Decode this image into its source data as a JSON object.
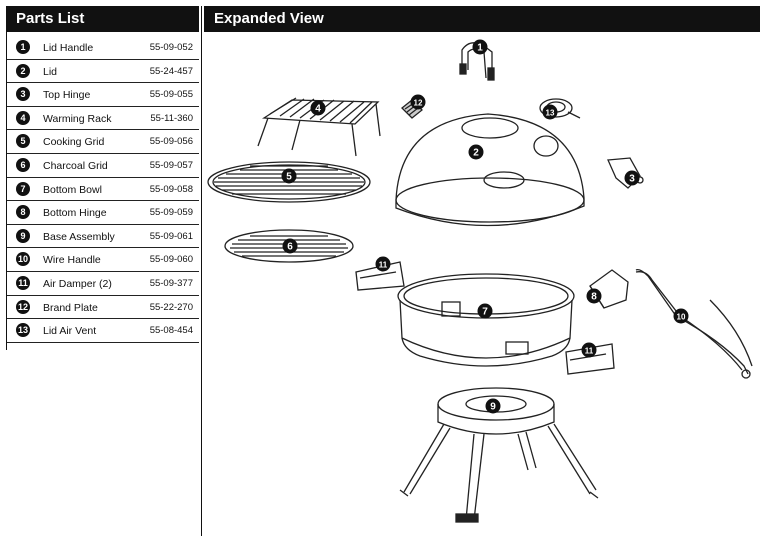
{
  "parts_list": {
    "title": "Parts List",
    "items": [
      {
        "num": "1",
        "name": "Lid Handle",
        "code": "55-09-052"
      },
      {
        "num": "2",
        "name": "Lid",
        "code": "55-24-457"
      },
      {
        "num": "3",
        "name": "Top Hinge",
        "code": "55-09-055"
      },
      {
        "num": "4",
        "name": "Warming Rack",
        "code": "55-11-360"
      },
      {
        "num": "5",
        "name": "Cooking Grid",
        "code": "55-09-056"
      },
      {
        "num": "6",
        "name": "Charcoal Grid",
        "code": "55-09-057"
      },
      {
        "num": "7",
        "name": "Bottom Bowl",
        "code": "55-09-058"
      },
      {
        "num": "8",
        "name": "Bottom Hinge",
        "code": "55-09-059"
      },
      {
        "num": "9",
        "name": "Base Assembly",
        "code": "55-09-061"
      },
      {
        "num": "10",
        "name": "Wire Handle",
        "code": "55-09-060"
      },
      {
        "num": "11",
        "name": "Air Damper (2)",
        "code": "55-09-377"
      },
      {
        "num": "12",
        "name": "Brand Plate",
        "code": "55-22-270"
      },
      {
        "num": "13",
        "name": "Lid Air Vent",
        "code": "55-08-454"
      }
    ]
  },
  "expanded_view": {
    "title": "Expanded View",
    "callouts": [
      "1",
      "2",
      "3",
      "4",
      "5",
      "6",
      "7",
      "8",
      "9",
      "10",
      "11",
      "11",
      "12",
      "13"
    ]
  }
}
